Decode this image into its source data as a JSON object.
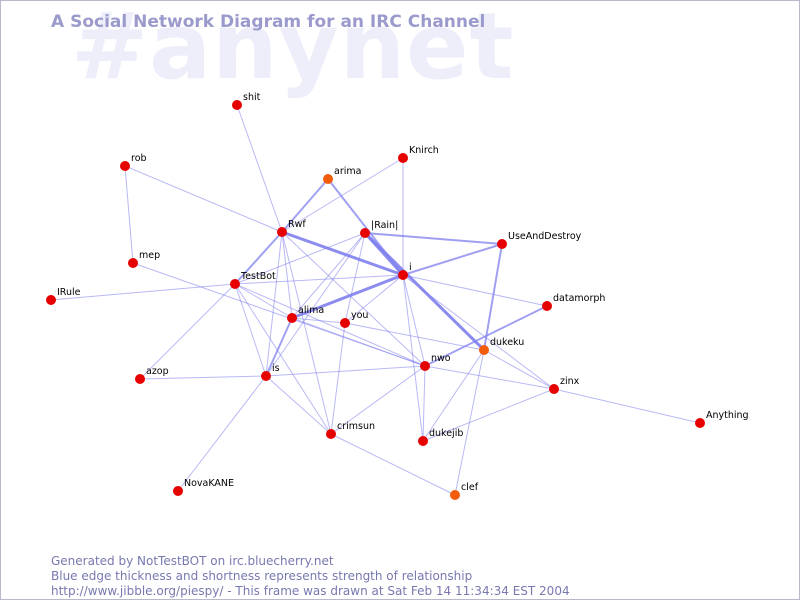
{
  "channel": "#anynet",
  "title": "A Social Network Diagram for an IRC Channel",
  "footer": {
    "line1": "Generated by NotTestBOT on irc.bluecherry.net",
    "line2": "Blue edge thickness and shortness represents strength of relationship",
    "line3": "http://www.jibble.org/piespy/ - This frame was drawn at Sat Feb 14 11:34:34 EST 2004"
  },
  "colors": {
    "node_red": "#e60000",
    "node_orange": "#f25c0a",
    "edge": "#8080ee"
  },
  "nodes": [
    {
      "id": "shit",
      "label": "shit",
      "color": "red"
    },
    {
      "id": "rob",
      "label": "rob",
      "color": "red"
    },
    {
      "id": "mep",
      "label": "mep",
      "color": "red"
    },
    {
      "id": "IRule",
      "label": "IRule",
      "color": "red"
    },
    {
      "id": "azop",
      "label": "azop",
      "color": "red"
    },
    {
      "id": "NovaKANE",
      "label": "NovaKANE",
      "color": "red"
    },
    {
      "id": "arima",
      "label": "arima",
      "color": "orange"
    },
    {
      "id": "Knirch",
      "label": "Knirch",
      "color": "red"
    },
    {
      "id": "Rwf",
      "label": "Rwf",
      "color": "red"
    },
    {
      "id": "IRainI",
      "label": "|Rain|",
      "color": "red"
    },
    {
      "id": "TestBot",
      "label": "TestBot",
      "color": "red"
    },
    {
      "id": "i",
      "label": "i",
      "color": "red"
    },
    {
      "id": "UseAndDestroy",
      "label": "UseAndDestroy",
      "color": "red"
    },
    {
      "id": "alima",
      "label": "alima",
      "color": "red"
    },
    {
      "id": "you",
      "label": "you",
      "color": "red"
    },
    {
      "id": "datamorph",
      "label": "datamorph",
      "color": "red"
    },
    {
      "id": "dukeku",
      "label": "dukeku",
      "color": "orange"
    },
    {
      "id": "nwo",
      "label": "nwo",
      "color": "red"
    },
    {
      "id": "is",
      "label": "is",
      "color": "red"
    },
    {
      "id": "zinx",
      "label": "zinx",
      "color": "red"
    },
    {
      "id": "Anything",
      "label": "Anything",
      "color": "red"
    },
    {
      "id": "crimsun",
      "label": "crimsun",
      "color": "red"
    },
    {
      "id": "dukejib",
      "label": "dukejib",
      "color": "red"
    },
    {
      "id": "clef",
      "label": "clef",
      "color": "orange"
    }
  ],
  "edges": [
    {
      "source": "shit",
      "target": "Rwf",
      "weight": 1
    },
    {
      "source": "rob",
      "target": "Rwf",
      "weight": 1
    },
    {
      "source": "rob",
      "target": "mep",
      "weight": 1
    },
    {
      "source": "mep",
      "target": "nwo",
      "weight": 1
    },
    {
      "source": "IRule",
      "target": "TestBot",
      "weight": 1
    },
    {
      "source": "TestBot",
      "target": "IRainI",
      "weight": 1
    },
    {
      "source": "azop",
      "target": "is",
      "weight": 1
    },
    {
      "source": "NovaKANE",
      "target": "is",
      "weight": 1
    },
    {
      "source": "arima",
      "target": "Rwf",
      "weight": 2
    },
    {
      "source": "arima",
      "target": "i",
      "weight": 2
    },
    {
      "source": "Knirch",
      "target": "Rwf",
      "weight": 1
    },
    {
      "source": "Knirch",
      "target": "i",
      "weight": 1
    },
    {
      "source": "Rwf",
      "target": "i",
      "weight": 3
    },
    {
      "source": "Rwf",
      "target": "TestBot",
      "weight": 2
    },
    {
      "source": "Rwf",
      "target": "alima",
      "weight": 1
    },
    {
      "source": "Rwf",
      "target": "is",
      "weight": 1
    },
    {
      "source": "Rwf",
      "target": "nwo",
      "weight": 1
    },
    {
      "source": "Rwf",
      "target": "crimsun",
      "weight": 1
    },
    {
      "source": "IRainI",
      "target": "i",
      "weight": 3
    },
    {
      "source": "IRainI",
      "target": "UseAndDestroy",
      "weight": 2
    },
    {
      "source": "IRainI",
      "target": "alima",
      "weight": 1
    },
    {
      "source": "IRainI",
      "target": "you",
      "weight": 1
    },
    {
      "source": "IRainI",
      "target": "dukeku",
      "weight": 3
    },
    {
      "source": "IRainI",
      "target": "is",
      "weight": 1
    },
    {
      "source": "i",
      "target": "UseAndDestroy",
      "weight": 2
    },
    {
      "source": "i",
      "target": "alima",
      "weight": 3
    },
    {
      "source": "i",
      "target": "you",
      "weight": 1
    },
    {
      "source": "i",
      "target": "datamorph",
      "weight": 1
    },
    {
      "source": "i",
      "target": "zinx",
      "weight": 1
    },
    {
      "source": "i",
      "target": "nwo",
      "weight": 1
    },
    {
      "source": "i",
      "target": "TestBot",
      "weight": 1
    },
    {
      "source": "i",
      "target": "dukejib",
      "weight": 1
    },
    {
      "source": "TestBot",
      "target": "alima",
      "weight": 1
    },
    {
      "source": "TestBot",
      "target": "is",
      "weight": 1
    },
    {
      "source": "TestBot",
      "target": "nwo",
      "weight": 1
    },
    {
      "source": "TestBot",
      "target": "crimsun",
      "weight": 1
    },
    {
      "source": "TestBot",
      "target": "azop",
      "weight": 1
    },
    {
      "source": "alima",
      "target": "is",
      "weight": 2
    },
    {
      "source": "alima",
      "target": "nwo",
      "weight": 1
    },
    {
      "source": "alima",
      "target": "you",
      "weight": 1
    },
    {
      "source": "you",
      "target": "crimsun",
      "weight": 1
    },
    {
      "source": "you",
      "target": "dukeku",
      "weight": 1
    },
    {
      "source": "UseAndDestroy",
      "target": "dukeku",
      "weight": 2
    },
    {
      "source": "datamorph",
      "target": "nwo",
      "weight": 2
    },
    {
      "source": "dukeku",
      "target": "clef",
      "weight": 1
    },
    {
      "source": "dukeku",
      "target": "dukejib",
      "weight": 1
    },
    {
      "source": "dukeku",
      "target": "zinx",
      "weight": 1
    },
    {
      "source": "nwo",
      "target": "is",
      "weight": 1
    },
    {
      "source": "nwo",
      "target": "zinx",
      "weight": 1
    },
    {
      "source": "nwo",
      "target": "dukejib",
      "weight": 1
    },
    {
      "source": "nwo",
      "target": "crimsun",
      "weight": 1
    },
    {
      "source": "is",
      "target": "crimsun",
      "weight": 1
    },
    {
      "source": "crimsun",
      "target": "clef",
      "weight": 1
    },
    {
      "source": "zinx",
      "target": "dukejib",
      "weight": 1
    },
    {
      "source": "zinx",
      "target": "Anything",
      "weight": 1
    }
  ]
}
